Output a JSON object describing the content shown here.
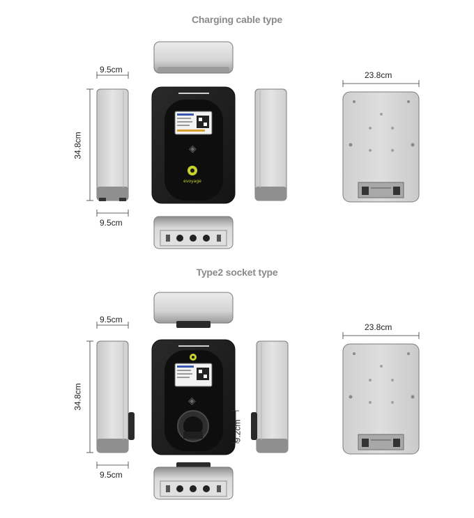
{
  "sections": [
    {
      "title": "Charging cable type",
      "side_width_top": "9.5cm",
      "side_width_bottom": "9.5cm",
      "height": "34.8cm",
      "back_width": "23.8cm"
    },
    {
      "title": "Type2 socket type",
      "side_width_top": "9.5cm",
      "side_width_bottom": "9.5cm",
      "height": "34.8cm",
      "back_width": "23.8cm",
      "socket_height": "9.2cm"
    }
  ],
  "brand_logo_text": "evoyage",
  "colors": {
    "body_dark": "#1e1e1e",
    "shell_light": "#d8d8d8",
    "shell_mid": "#a9a9a9",
    "title_gray": "#8a8a8a"
  }
}
